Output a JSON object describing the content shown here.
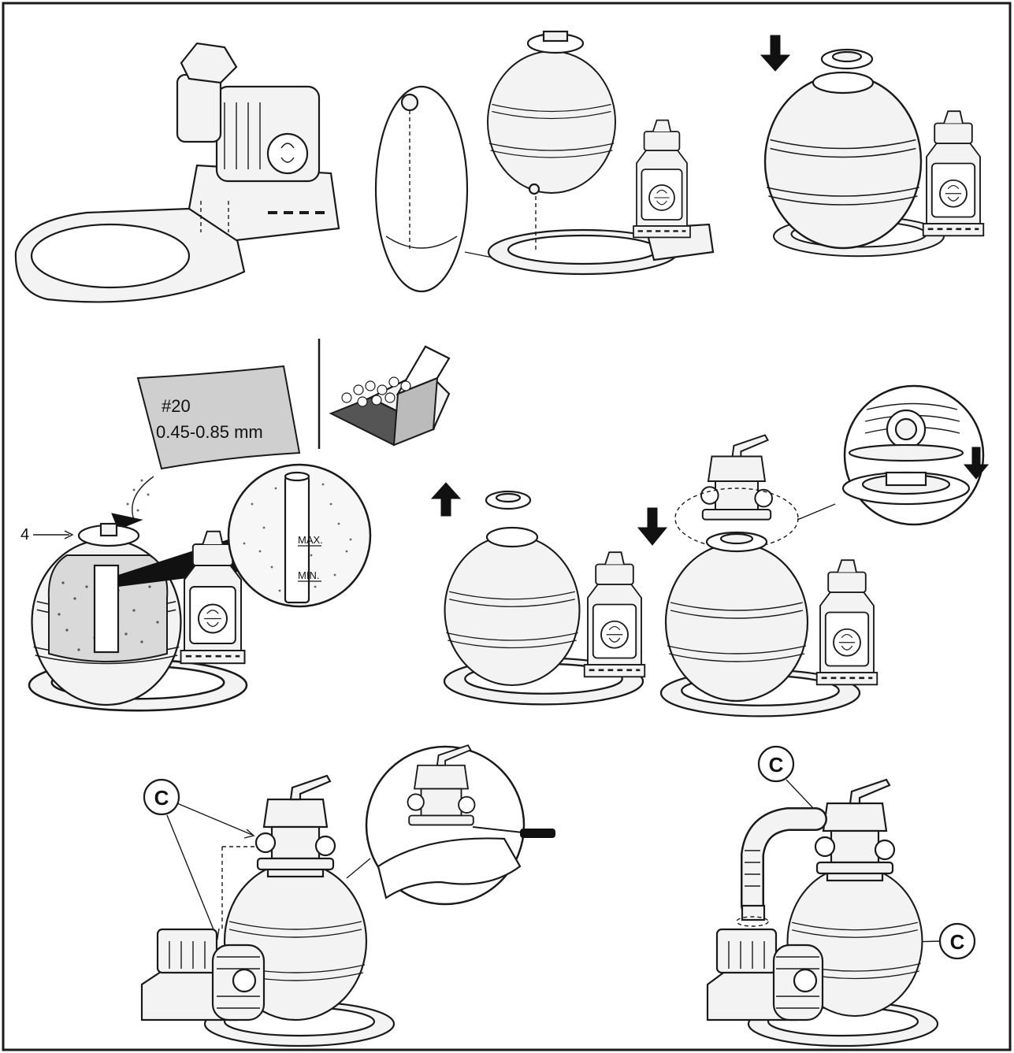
{
  "bag_label": {
    "line1": "#20",
    "line2": "0.45-0.85 mm"
  },
  "part_number": "4",
  "level_labels": {
    "max": "MAX.",
    "min": "MIN."
  },
  "callout_letter": "C",
  "colors": {
    "ink": "#1a1a1a",
    "tank_fill": "#f3f3f3",
    "bag_fill": "#cfcfcf",
    "sand_dot": "#6a6a6a"
  }
}
